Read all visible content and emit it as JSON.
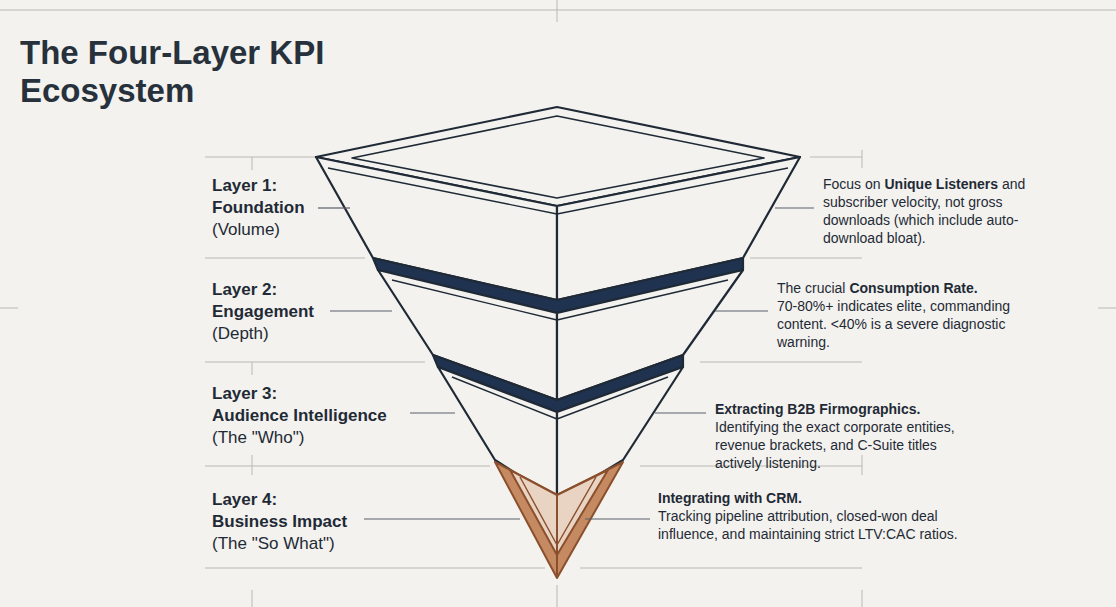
{
  "diagram": {
    "title": "The Four-Layer KPI Ecosystem",
    "nodes": [
      {
        "text": [
          "Layer 1:",
          "Foundation",
          "(Volume)",
          "Focus on",
          "Unique Listeners",
          "and subscriber velocity, not gross downloads (which include auto-download bloat)."
        ]
      },
      {
        "text": [
          "Layer 2:",
          "Engagement",
          "(Depth)",
          "The crucial",
          "Consumption Rate.",
          "70-80%+ indicates elite, commanding content. <40% is a severe diagnostic warning."
        ]
      },
      {
        "text": [
          "Layer 3:",
          "Audience Intelligence",
          "(The \"Who\")",
          "Extracting B2B Firmographics.",
          "Identifying the exact corporate entities, revenue brackets, and C-Suite titles actively listening."
        ]
      },
      {
        "text": [
          "Layer 4:",
          "Business Impact",
          "(The \"So What\")",
          "Integrating with CRM.",
          "Tracking pipeline attribution, closed-won deal influence, and maintaining strict LTV:CAC ratios."
        ]
      }
    ]
  }
}
